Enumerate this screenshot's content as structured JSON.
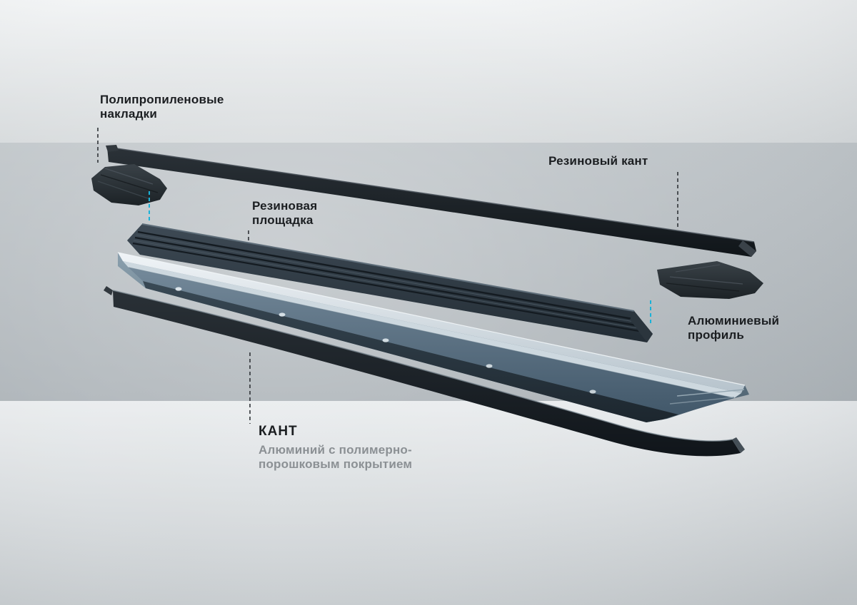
{
  "labels": {
    "pads": "Полипропиленовые\nнакладки",
    "rubber_edge": "Резиновый кант",
    "rubber_platform": "Резиновая\nплощадка",
    "alu_profile": "Алюминиевый\nпрофиль",
    "kant_title": "КАНТ",
    "kant_sub": "Алюминий с полимерно-\nпорошковым покрытием"
  },
  "colors": {
    "accent_cyan": "#19b2d8",
    "leader_dark": "#2f3337",
    "label_text": "#1b1e21",
    "kant_subtitle_text": "#8b9094",
    "band_gray": "#b3b9bd",
    "part_dark": "#1e2428",
    "aluminum_light": "#d9e0e6"
  },
  "parts": {
    "rubber_edge_strip": "Резиновый кант",
    "left_pad": "Полипропиленовые накладки",
    "rubber_platform": "Резиновая площадка",
    "aluminum_profile": "Алюминиевый профиль",
    "right_pad": "Полипропиленовые накладки",
    "kant_edge": "КАНТ"
  }
}
